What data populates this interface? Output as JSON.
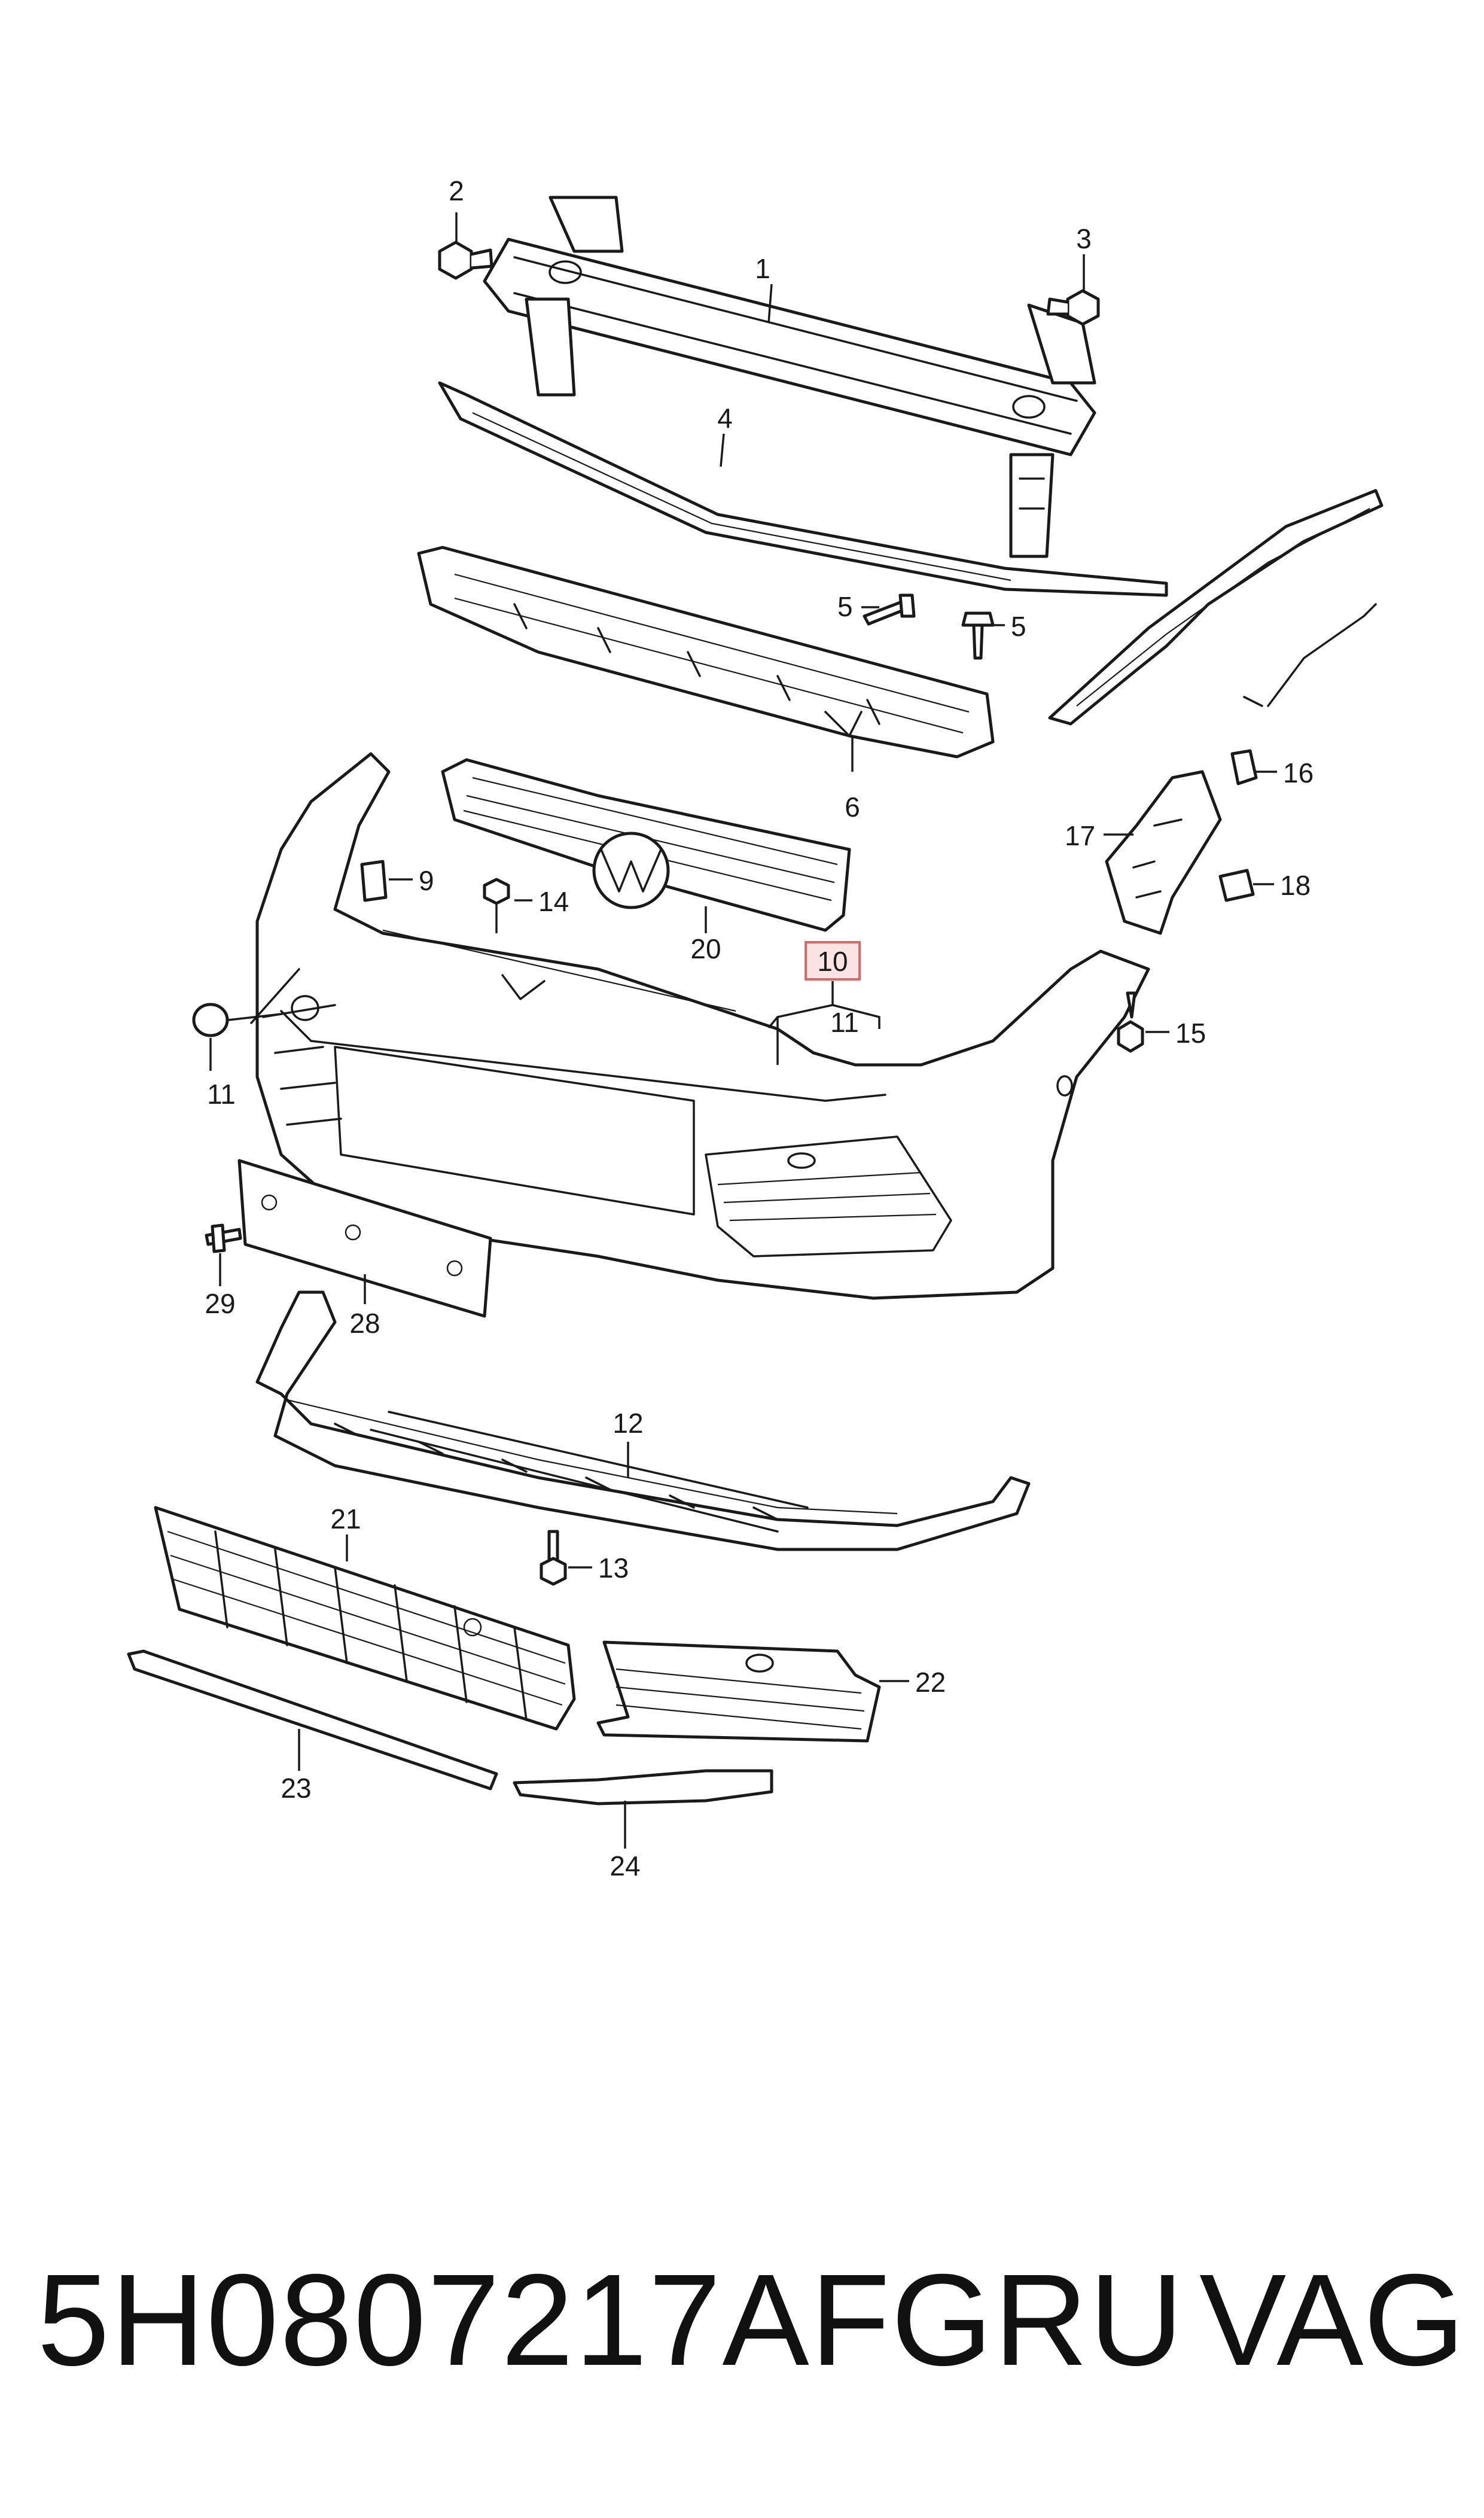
{
  "diagram": {
    "callouts": {
      "c1": "1",
      "c2": "2",
      "c3": "3",
      "c4": "4",
      "c5a": "5",
      "c5b": "5",
      "c6": "6",
      "c9": "9",
      "c10": "10",
      "c11a": "11",
      "c11b": "11",
      "c12": "12",
      "c13": "13",
      "c14": "14",
      "c15": "15",
      "c16": "16",
      "c17": "17",
      "c18": "18",
      "c20": "20",
      "c21": "21",
      "c22": "22",
      "c23": "23",
      "c24": "24",
      "c28": "28",
      "c29": "29"
    },
    "highlight_color": "#f4b6b6",
    "line_color": "#1a1a1a"
  },
  "footer": {
    "part_number": "5H0807217AFGRU",
    "brand": "VAG"
  }
}
